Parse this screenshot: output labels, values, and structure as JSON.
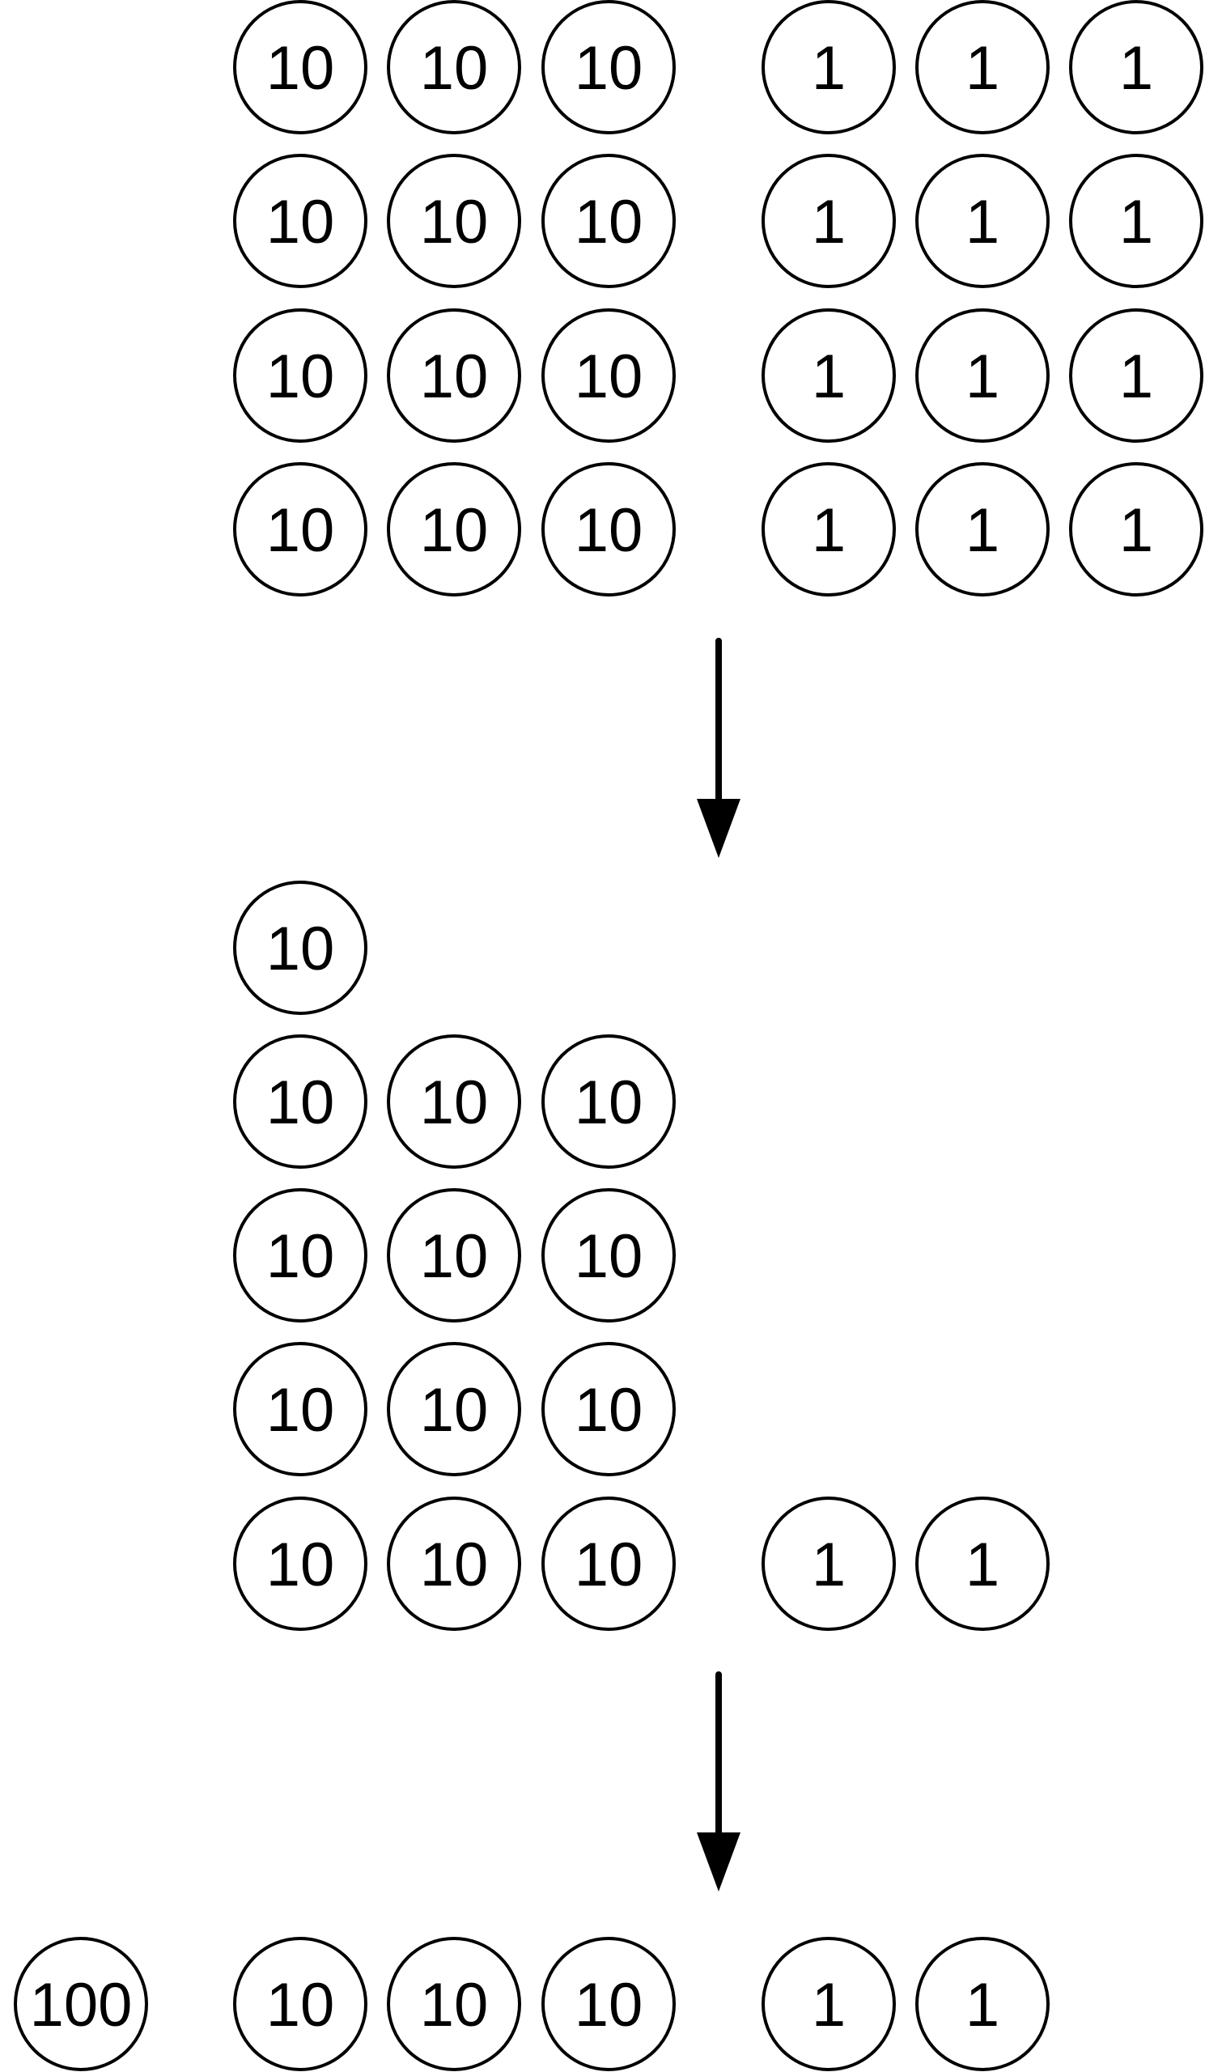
{
  "colors": {
    "stroke": "#000000",
    "fill": "#ffffff",
    "text": "#000000"
  },
  "stages": [
    {
      "rows": [
        [
          "10",
          "10",
          "10",
          "1",
          "1",
          "1"
        ],
        [
          "10",
          "10",
          "10",
          "1",
          "1",
          "1"
        ],
        [
          "10",
          "10",
          "10",
          "1",
          "1",
          "1"
        ],
        [
          "10",
          "10",
          "10",
          "1",
          "1",
          "1"
        ]
      ]
    },
    {
      "rows": [
        [
          "10"
        ],
        [
          "10",
          "10",
          "10"
        ],
        [
          "10",
          "10",
          "10"
        ],
        [
          "10",
          "10",
          "10"
        ],
        [
          "10",
          "10",
          "10",
          "1",
          "1"
        ]
      ]
    },
    {
      "rows": [
        [
          "100",
          "10",
          "10",
          "10",
          "1",
          "1"
        ]
      ]
    }
  ],
  "arrows": 2
}
